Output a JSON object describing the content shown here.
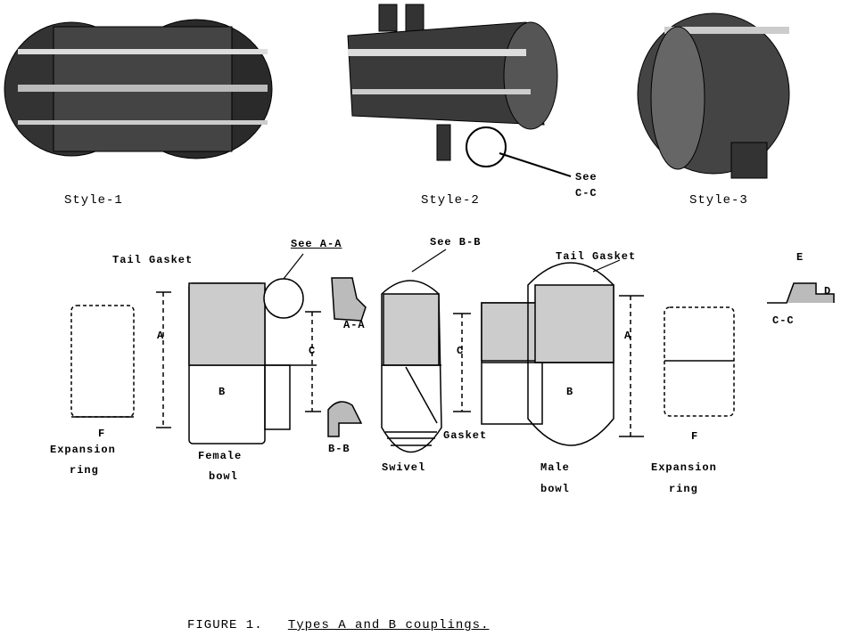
{
  "styles": [
    "Style-1",
    "Style-2",
    "Style-3"
  ],
  "callouts": {
    "see_cc": [
      "See",
      "C-C"
    ],
    "see_aa": "See A-A",
    "see_bb": "See B-B",
    "section_aa": "A-A",
    "section_bb": "B-B",
    "section_cc": "C-C"
  },
  "parts": {
    "tail_gasket_left": "Tail Gasket",
    "tail_gasket_right": "Tail Gasket",
    "gasket": "Gasket",
    "expansion_ring_left": [
      "Expansion",
      "ring"
    ],
    "female_bowl": [
      "Female",
      "bowl"
    ],
    "swivel": "Swivel",
    "male_bowl": [
      "Male",
      "bowl"
    ],
    "expansion_ring_right": [
      "Expansion",
      "ring"
    ]
  },
  "dimensions": {
    "a": "A",
    "b": "B",
    "c": "C",
    "d": "D",
    "e": "E",
    "f": "F"
  },
  "caption": {
    "figure": "FIGURE 1.",
    "title": "Types A and B couplings."
  }
}
